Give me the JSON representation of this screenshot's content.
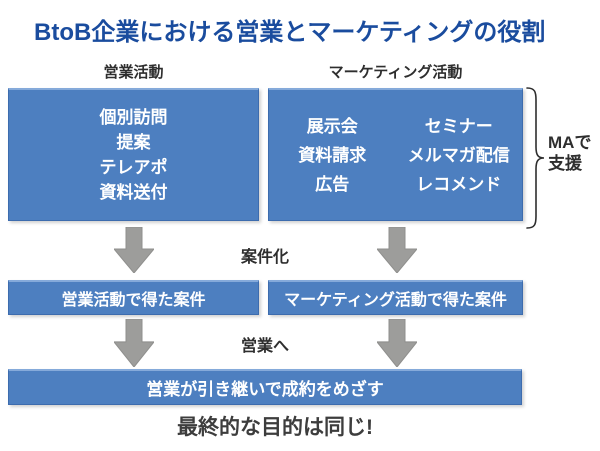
{
  "title": "BtoB企業における営業とマーケティングの役割",
  "sales": {
    "label": "営業活動",
    "activities": [
      "個別訪問",
      "提案",
      "テレアポ",
      "資料送付"
    ],
    "result": "営業活動で得た案件"
  },
  "marketing": {
    "label": "マーケティング活動",
    "activities_left": [
      "展示会",
      "資料請求",
      "広告"
    ],
    "activities_right": [
      "セミナー",
      "メルマガ配信",
      "レコメンド"
    ],
    "result": "マーケティング活動で得た案件"
  },
  "ma_support": {
    "line1": "MAで",
    "line2": "支援"
  },
  "flow": {
    "to_deal_label": "案件化",
    "to_sales_label": "営業へ",
    "final_step": "営業が引き継いで成約をめざす",
    "conclusion": "最終的な目的は同じ!"
  },
  "colors": {
    "title_blue": "#1a4c9e",
    "box_blue": "#4d7fc0",
    "box_border": "#3d6cae",
    "arrow_gray": "#9d9d9b",
    "text_dark": "#2e2e2e"
  }
}
